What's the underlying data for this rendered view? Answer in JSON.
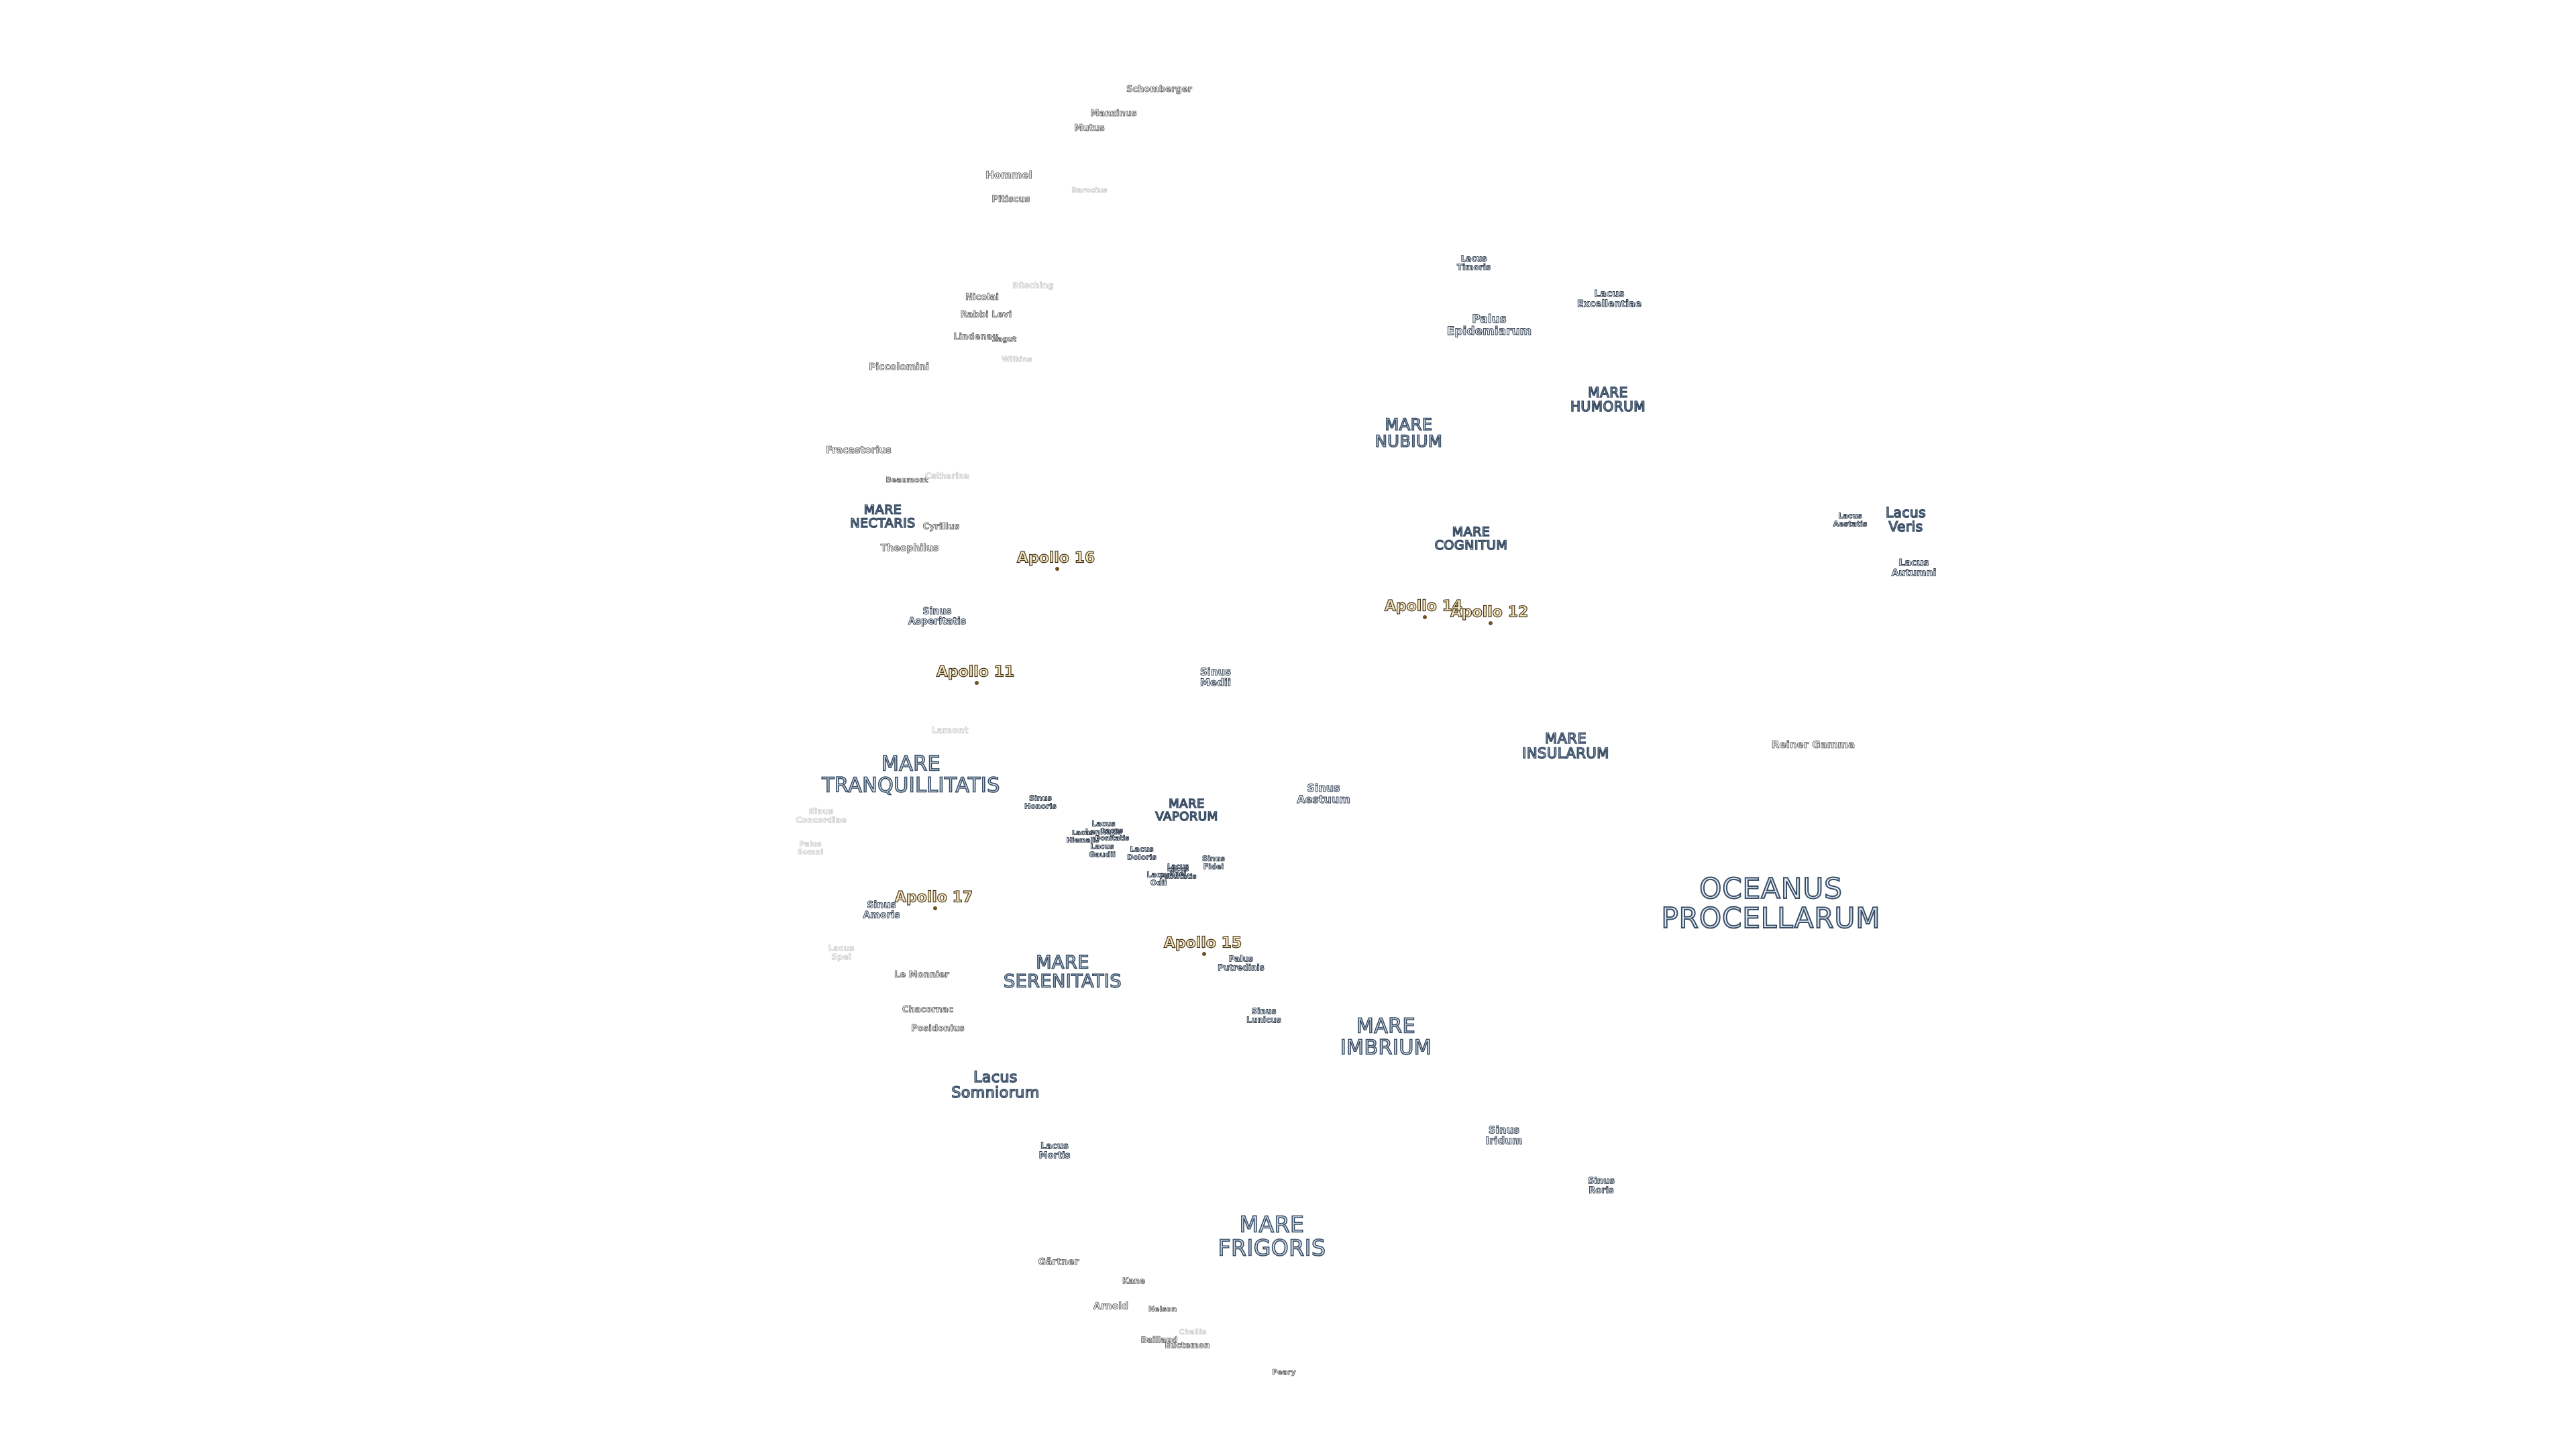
{
  "colors": {
    "mare_fill": "#d9e6f2",
    "mare_outline": "#3a4e66",
    "crater_outline": "#555555",
    "apollo_fill": "#f6e7bf",
    "apollo_outline": "#4a3a1e"
  },
  "labels": {
    "oceanus_procellarum": "OCEANUS\nPROCELLARUM",
    "mare_tranquillitatis": "MARE\nTRANQUILLITATIS",
    "mare_serenitatis": "MARE\nSERENITATIS",
    "mare_imbrium": "MARE\nIMBRIUM",
    "mare_frigoris": "MARE\nFRIGORIS",
    "mare_nubium": "MARE\nNUBIUM",
    "mare_humorum": "MARE\nHUMORUM",
    "mare_cognitum": "MARE\nCOGNITUM",
    "mare_insularum": "MARE\nINSULARUM",
    "mare_nectaris": "MARE\nNECTARIS",
    "mare_vaporum": "MARE\nVAPORUM",
    "lacus_somniorum": "Lacus\nSomniorum",
    "lacus_veris": "Lacus\nVeris",
    "lacus_autumni": "Lacus\nAutumni",
    "lacus_aestatis": "Lacus\nAestatis",
    "lacus_timoris": "Lacus\nTimoris",
    "lacus_excellentiae": "Lacus\nExcellentiae",
    "lacus_mortis": "Lacus\nMortis",
    "lacus_doloris": "Lacus\nDoloris",
    "lacus_odii": "Lacus\nOdii",
    "lacus_gaudii": "Lacus\nGaudii",
    "lacus_lenitatis": "Lacus\nLenitatis",
    "lacus_hiemalis": "Lacus\nHiemalis",
    "lacus_felicitatis": "Lacus\nFelicitatis",
    "lacus_bonitatis": "Lacus\nBonitatis",
    "lacus_spei": "Lacus\nSpei",
    "palus_epidemiarum": "Palus\nEpidemiarum",
    "palus_putredinis": "Palus\nPutredinis",
    "palus_somni": "Palus\nSomni",
    "sinus_medii": "Sinus\nMedii",
    "sinus_aestuum": "Sinus\nAestuum",
    "sinus_iridum": "Sinus\nIridum",
    "sinus_roris": "Sinus\nRoris",
    "sinus_lunicus": "Sinus\nLunicus",
    "sinus_asperitatis": "Sinus\nAsperitatis",
    "sinus_amoris": "Sinus\nAmoris",
    "sinus_honoris": "Sinus\nHonoris",
    "sinus_fidei": "Sinus\nFidei",
    "sinus_concordiae": "Sinus\nConcordiae",
    "apollo_11": "Apollo 11",
    "apollo_12": "Apollo 12",
    "apollo_14": "Apollo 14",
    "apollo_15": "Apollo 15",
    "apollo_16": "Apollo 16",
    "apollo_17": "Apollo 17",
    "reiner_gamma": "Reiner Gamma",
    "schomberger": "Schomberger",
    "manzinus": "Manzinus",
    "mutus": "Mutus",
    "hommel": "Hommel",
    "pitiscus": "Pitiscus",
    "barocius": "Barocius",
    "nicolai": "Nicolai",
    "busching": "Büsching",
    "rabbi_levi": "Rabbi Levi",
    "lindenau": "Lindenau",
    "zagut": "Zagut",
    "wilkins": "Wilkins",
    "piccolomini": "Piccolomini",
    "fracastorius": "Fracastorius",
    "beaumont": "Beaumont",
    "catharina": "Catharina",
    "cyrillus": "Cyrillus",
    "theophilus": "Theophilus",
    "lamont": "Lamont",
    "le_monnier": "Le Monnier",
    "chacornac": "Chacornac",
    "posidonius": "Posidonius",
    "gartner": "Gärtner",
    "arnold": "Arnold",
    "kane": "Kane",
    "nelson": "Nelson",
    "baillaud": "Baillaud",
    "challis": "Challis",
    "euctemon": "Euctemon",
    "peary": "Peary"
  }
}
